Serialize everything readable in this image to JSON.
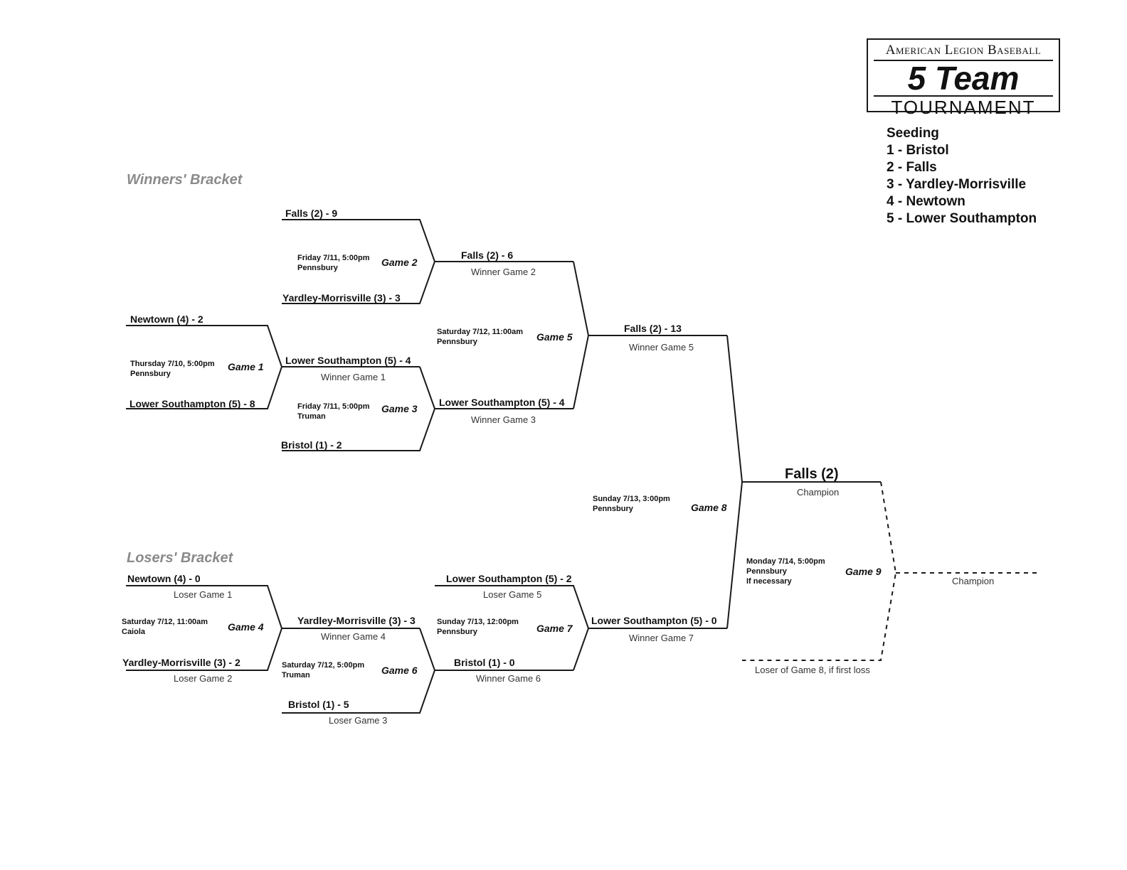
{
  "logo": {
    "line1": "American Legion Baseball",
    "line2": "5 Team",
    "line3": "TOURNAMENT"
  },
  "seeding": {
    "title": "Seeding",
    "items": [
      "1 - Bristol",
      "2 - Falls",
      "3 - Yardley-Morrisville",
      "4 - Newtown",
      "5 - Lower Southampton"
    ]
  },
  "winners_bracket": {
    "title": "Winners' Bracket",
    "game1": {
      "label": "Game 1",
      "info": "Thursday 7/10, 5:00pm\nPennsbury",
      "team_top": "Newtown (4) - 2",
      "team_bottom": "Lower Southampton (5) - 8",
      "winner": "Lower Southampton (5) - 4",
      "winner_sub": "Winner Game 1"
    },
    "game2": {
      "label": "Game 2",
      "info": "Friday 7/11, 5:00pm\nPennsbury",
      "team_top": "Falls (2) - 9",
      "team_bottom": "Yardley-Morrisville (3) - 3",
      "winner": "Falls (2) - 6",
      "winner_sub": "Winner Game 2"
    },
    "game3": {
      "label": "Game 3",
      "info": "Friday 7/11, 5:00pm\nTruman",
      "team_bottom": "Bristol (1) - 2",
      "winner": "Lower Southampton (5) - 4",
      "winner_sub": "Winner Game 3"
    },
    "game5": {
      "label": "Game 5",
      "info": "Saturday 7/12, 11:00am\nPennsbury",
      "winner": "Falls (2) - 13",
      "winner_sub": "Winner Game 5"
    }
  },
  "losers_bracket": {
    "title": "Losers' Bracket",
    "game4": {
      "label": "Game 4",
      "info": "Saturday 7/12, 11:00am\nCaiola",
      "team_top": "Newtown (4) - 0",
      "team_top_sub": "Loser Game 1",
      "team_bottom": "Yardley-Morrisville (3) - 2",
      "team_bottom_sub": "Loser Game 2",
      "winner": "Yardley-Morrisville (3) - 3",
      "winner_sub": "Winner Game 4"
    },
    "game6": {
      "label": "Game 6",
      "info": "Saturday 7/12, 5:00pm\nTruman",
      "team_bottom": "Bristol (1) - 5",
      "team_bottom_sub": "Loser Game 3",
      "winner": "Bristol (1) - 0",
      "winner_sub": "Winner Game 6"
    },
    "game7": {
      "label": "Game 7",
      "info": "Sunday 7/13, 12:00pm\nPennsbury",
      "team_top": "Lower Southampton (5) - 2",
      "team_top_sub": "Loser Game 5",
      "winner": "Lower Southampton (5) - 0",
      "winner_sub": "Winner Game 7"
    }
  },
  "finals": {
    "game8": {
      "label": "Game 8",
      "info": "Sunday 7/13, 3:00pm\nPennsbury",
      "winner": "Falls (2)",
      "winner_sub": "Champion"
    },
    "game9": {
      "label": "Game 9",
      "info": "Monday 7/14, 5:00pm\nPennsbury\nIf necessary",
      "loser_sub": "Loser of Game 8, if first loss",
      "champion_sub": "Champion"
    }
  }
}
